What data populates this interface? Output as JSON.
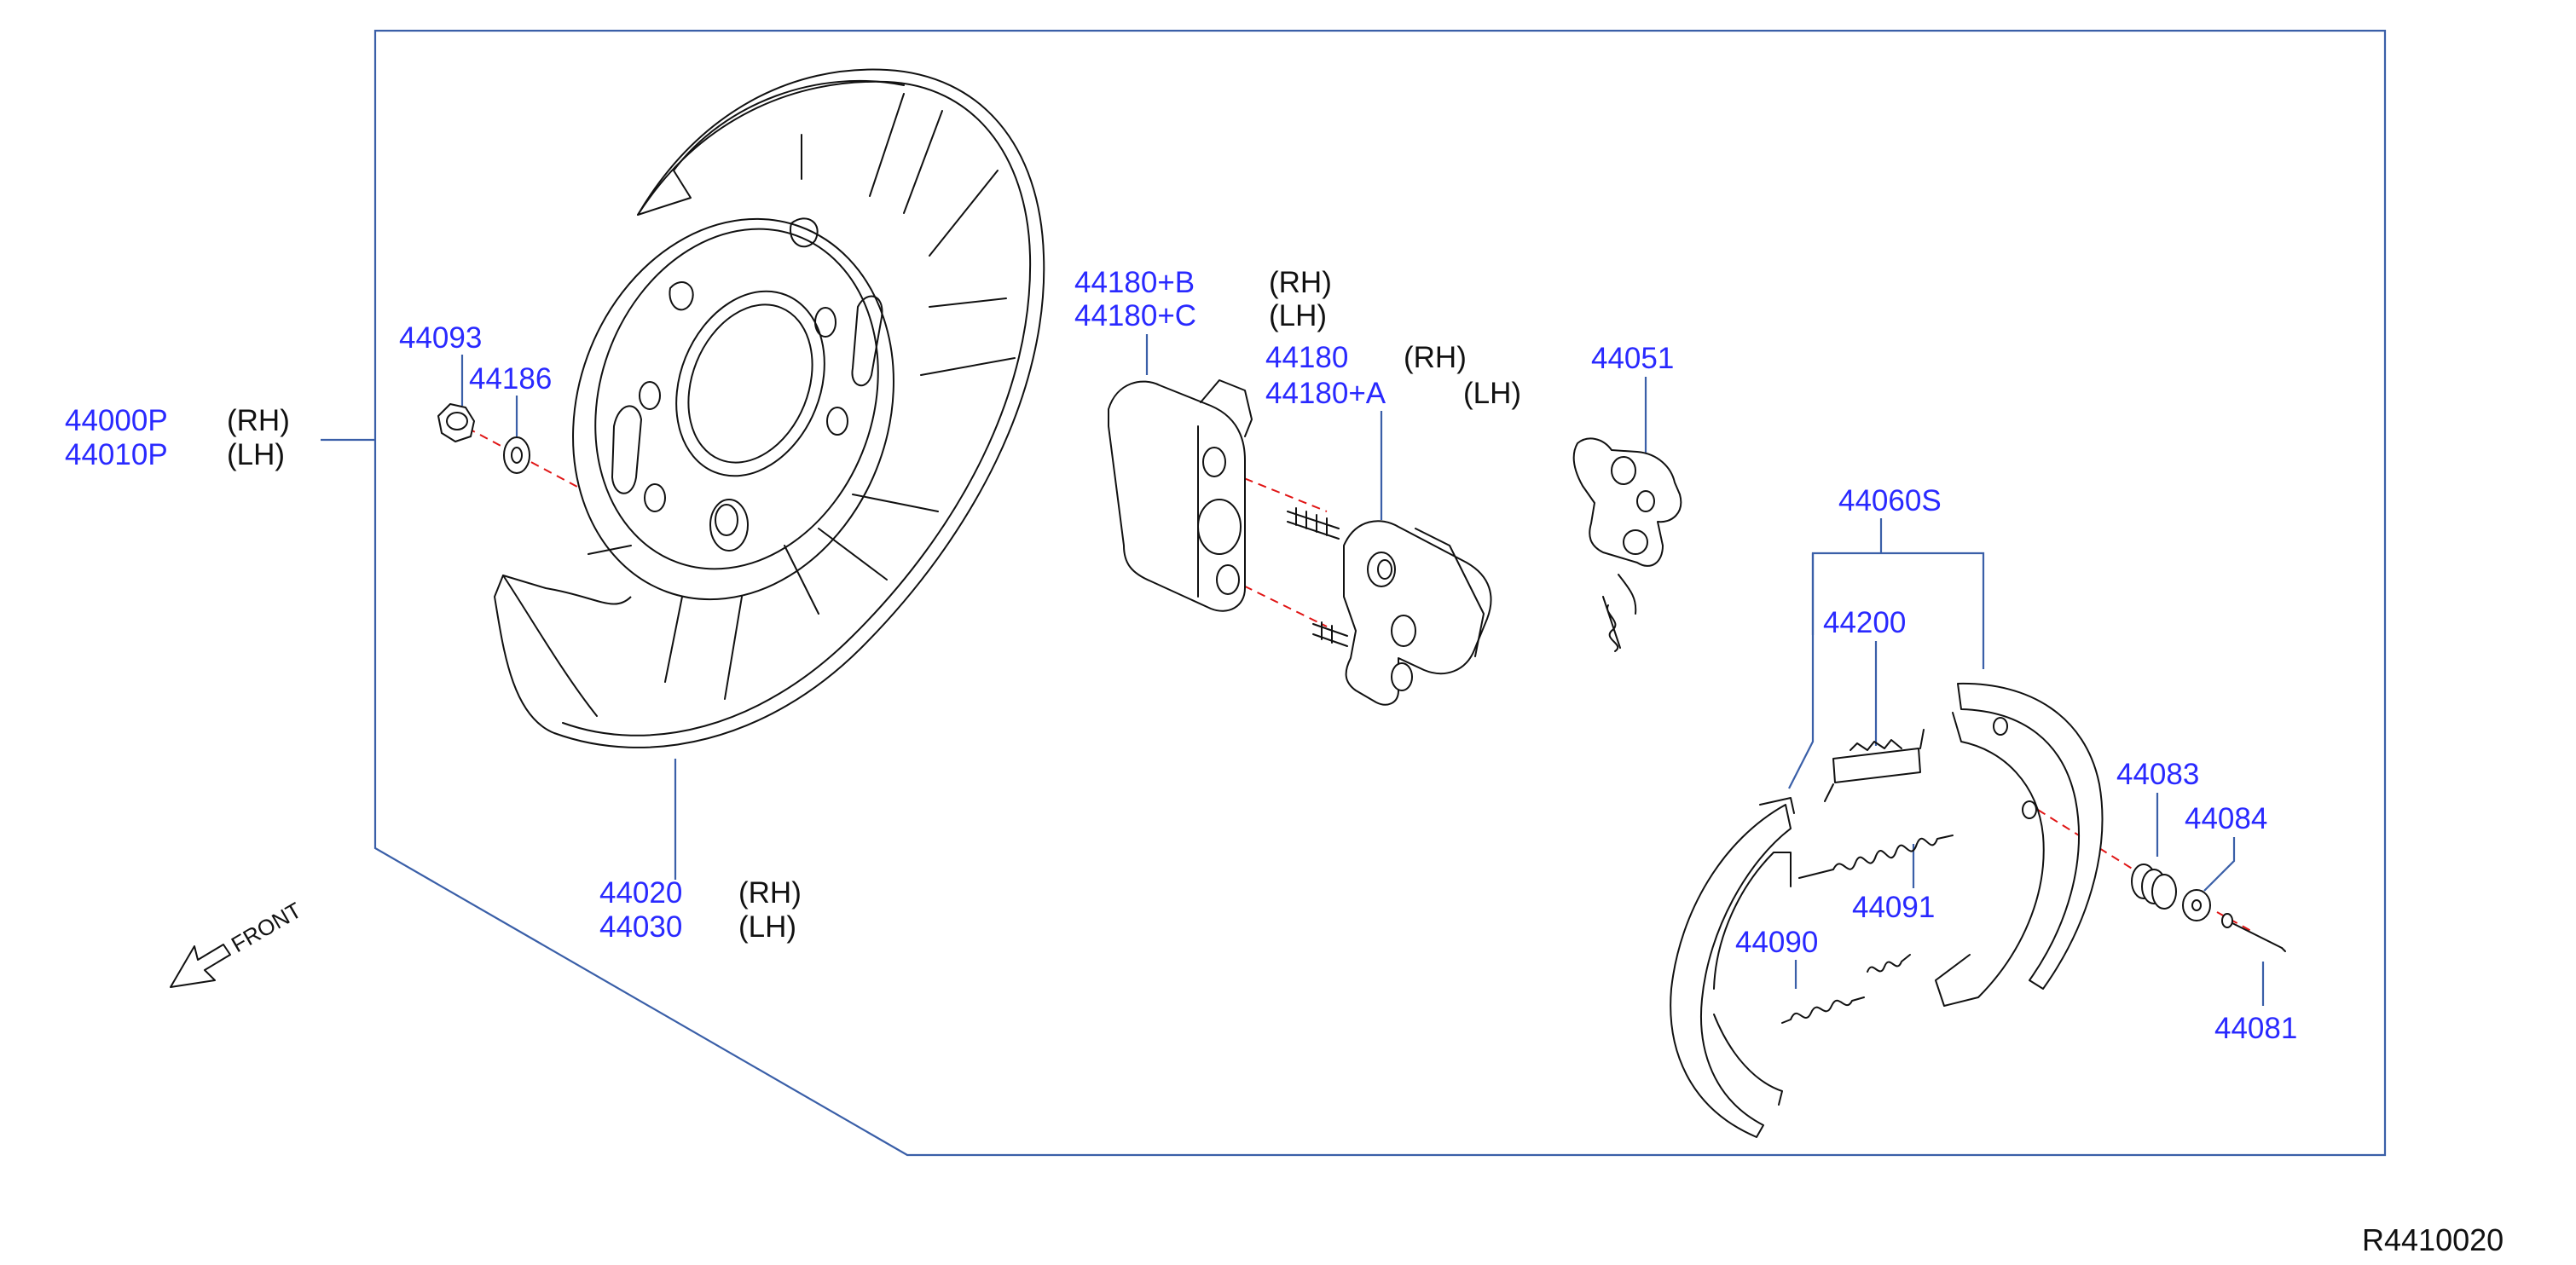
{
  "diagram_ref": "R4410020",
  "front_label": "FRONT",
  "colors": {
    "part_number": "#2929ff",
    "leader": "#3a5fa8",
    "center_line": "#e01515"
  },
  "parts": {
    "p44000P": "44000P",
    "p44000P_side": "(RH)",
    "p44010P": "44010P",
    "p44010P_side": "(LH)",
    "p44093": "44093",
    "p44186": "44186",
    "p44020": "44020",
    "p44020_side": "(RH)",
    "p44030": "44030",
    "p44030_side": "(LH)",
    "p44180B": "44180+B",
    "p44180B_side": "(RH)",
    "p44180C": "44180+C",
    "p44180C_side": "(LH)",
    "p44180": "44180",
    "p44180_side": "(RH)",
    "p44180A": "44180+A",
    "p44180A_side": "(LH)",
    "p44051": "44051",
    "p44060S": "44060S",
    "p44200": "44200",
    "p44083": "44083",
    "p44084": "44084",
    "p44091": "44091",
    "p44090": "44090",
    "p44081": "44081"
  }
}
